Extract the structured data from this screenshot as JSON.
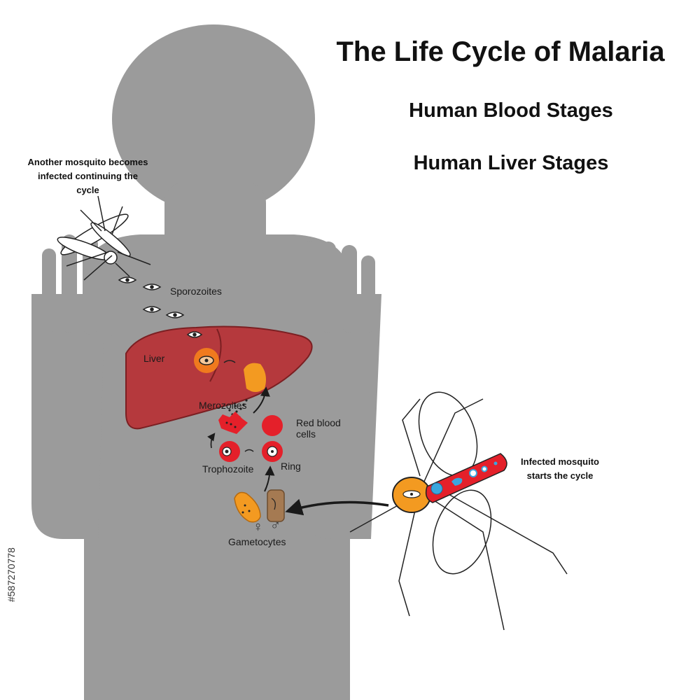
{
  "title": "The Life Cycle of Malaria",
  "subtitle_blood": "Human Blood Stages",
  "subtitle_liver": "Human Liver Stages",
  "notes": {
    "another_mosquito": "Another mosquito becomes infected continuing the cycle",
    "infected_mosquito": "Infected mosquito starts the cycle"
  },
  "labels": {
    "sporozoites": "Sporozoites",
    "liver": "Liver",
    "merozoites": "Merozoites",
    "red_blood_cells": "Red blood cells",
    "trophozoite": "Trophozoite",
    "ring": "Ring",
    "gametocytes": "Gametocytes",
    "female_symbol": "♀",
    "male_symbol": "♂"
  },
  "stock_id": "#587270778",
  "colors": {
    "silhouette": "#9b9b9b",
    "liver": "#b5393d",
    "red_cell": "#e4202a",
    "parasite_orange": "#f39a21",
    "male_gametocyte": "#a57a52",
    "mosquito_body": "#e4202a",
    "mosquito_accent": "#3aa6dd"
  },
  "icons": {
    "human": "human-silhouette-icon",
    "liver": "liver-icon",
    "mosquito": "mosquito-icon"
  }
}
